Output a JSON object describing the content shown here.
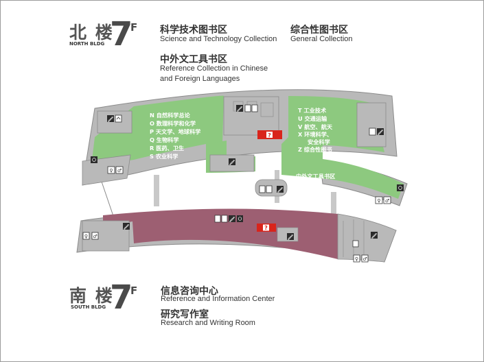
{
  "north": {
    "name_zh": "北 楼",
    "name_en": "NORTH BLDG",
    "floor_number": "7",
    "floor_suffix": "F",
    "collections": [
      {
        "zh": "科学技术图书区",
        "en": "Science and Technology Collection"
      },
      {
        "zh": "综合性图书区",
        "en": "General Collection"
      },
      {
        "zh": "中外文工具书区",
        "en_line1": "Reference Collection in Chinese",
        "en_line2": "and Foreign Languages"
      }
    ]
  },
  "south": {
    "name_zh": "南 楼",
    "name_en": "SOUTH BLDG",
    "floor_number": "7",
    "floor_suffix": "F",
    "rooms": [
      {
        "zh": "信息咨询中心",
        "en": "Reference and Information Center"
      },
      {
        "zh": "研究写作室",
        "en": "Research and Writing Room"
      }
    ]
  },
  "map": {
    "left_shelf_labels": [
      "N 自然科学总论",
      "O 数理科学和化学",
      "P 天文学、地球科学",
      "Q 生物科学",
      "R 医药、卫生",
      "S 农业科学"
    ],
    "right_shelf_labels": [
      "T 工业技术",
      "U 交通运输",
      "V 航空、航天",
      "X 环境科学、",
      "安全科学",
      "Z 综合性图书"
    ],
    "reference_area_label": "中外文工具书区",
    "info_desk_symbol": "?",
    "colors": {
      "shelf_area": "#8dc97f",
      "reading_area": "#9d5f72",
      "service_area": "#b9b9b9",
      "info_desk": "#d9241b"
    },
    "icons": [
      "stairs-icon",
      "elevator-icon",
      "restroom-icon",
      "accessible-icon",
      "info-desk-icon"
    ]
  }
}
